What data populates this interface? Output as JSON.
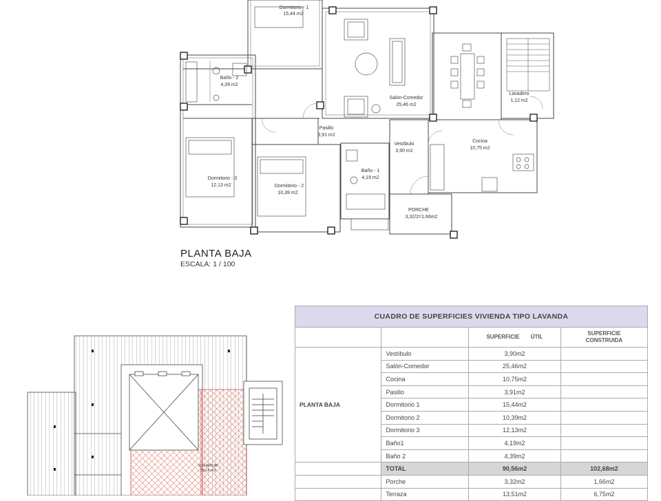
{
  "rooms": [
    {
      "name": "Dormitorio - 1",
      "area": "15,44 m2"
    },
    {
      "name": "Baño - 2",
      "area": "4,39 m2"
    },
    {
      "name": "Salón-Comedor",
      "area": "25,46 m2"
    },
    {
      "name": "Lavadero",
      "area": "1,12 m2"
    },
    {
      "name": "Pasillo",
      "area": "3,91 m2"
    },
    {
      "name": "Vestíbulo",
      "area": "3,90 m2"
    },
    {
      "name": "Cocina",
      "area": "10,75 m2"
    },
    {
      "name": "Dormitorio - 3",
      "area": "12,13 m2"
    },
    {
      "name": "Dormitorio - 2",
      "area": "10,39 m2"
    },
    {
      "name": "Baño - 1",
      "area": "4,19 m2"
    },
    {
      "name": "PORCHE",
      "area": "3,32/2=1,66m2"
    },
    {
      "name": "SOLARIUM",
      "area": "29,14 m2"
    }
  ],
  "caption": {
    "title": "PLANTA BAJA",
    "scale": "ESCALA: 1 / 100"
  },
  "table": {
    "title": "CUADRO DE SUPERFICIES  VIVIENDA TIPO LAVANDA",
    "col_util": "SUPERFICIE   ÚTIL",
    "col_const_1": "SUPERFICIE",
    "col_const_2": "CONSTRUIDA",
    "group": "PLANTA BAJA",
    "rows": [
      {
        "name": "Vestíbulo",
        "util": "3,90m2",
        "const": ""
      },
      {
        "name": "Salón-Comedor",
        "util": "25,46m2",
        "const": ""
      },
      {
        "name": "Cocina",
        "util": "10,75m2",
        "const": ""
      },
      {
        "name": "Pasillo",
        "util": "3,91m2",
        "const": ""
      },
      {
        "name": "Dormitorio 1",
        "util": "15,44m2",
        "const": ""
      },
      {
        "name": "Dormitorio 2",
        "util": "10,39m2",
        "const": ""
      },
      {
        "name": "Dormitorio 3",
        "util": "12,13m2",
        "const": ""
      },
      {
        "name": "Baño1",
        "util": "4,19m2",
        "const": ""
      },
      {
        "name": "Baño 2",
        "util": "4,39m2",
        "const": ""
      }
    ],
    "total": {
      "name": "TOTAL",
      "util": "90,56m2",
      "const": "102,68m2"
    },
    "extra": [
      {
        "name": "Porche",
        "util": "3,32m2",
        "const": "1,66m2"
      },
      {
        "name": "Terraza",
        "util": "13,51m2",
        "const": "6,75m2"
      }
    ]
  }
}
